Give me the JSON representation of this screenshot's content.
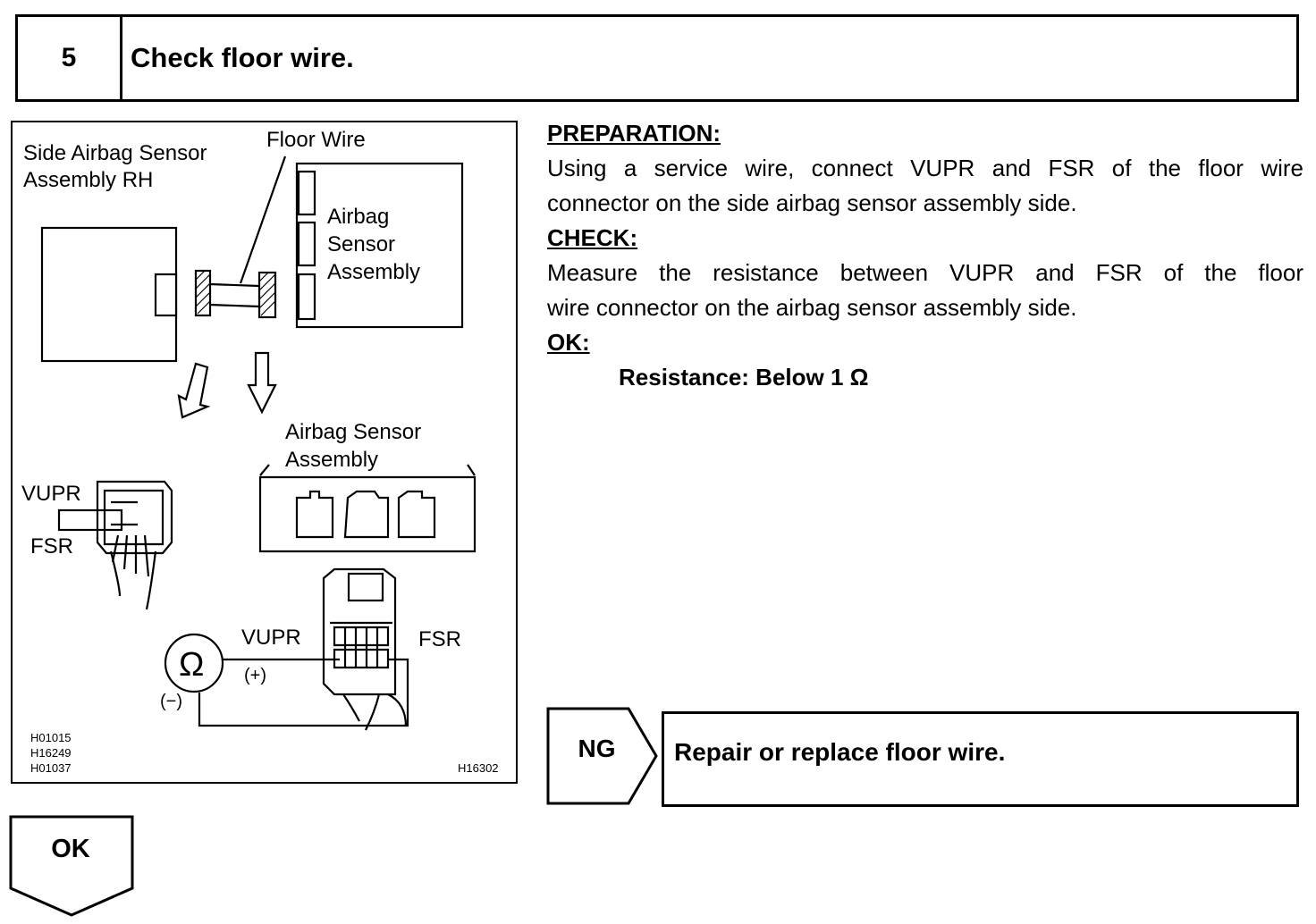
{
  "step": {
    "number": "5",
    "title": "Check floor wire."
  },
  "figure": {
    "labels": {
      "side_sensor_line1": "Side Airbag Sensor",
      "side_sensor_line2": "Assembly RH",
      "floor_wire": "Floor Wire",
      "airbag_box_line1": "Airbag",
      "airbag_box_line2": "Sensor",
      "airbag_box_line3": "Assembly",
      "airbag_sensor_line1": "Airbag Sensor",
      "airbag_sensor_line2": "Assembly",
      "vupr_left": "VUPR",
      "fsr_left": "FSR",
      "vupr_bottom": "VUPR",
      "fsr_bottom": "FSR",
      "ohm_symbol": "Ω",
      "plus": "(+)",
      "minus": "(−)",
      "code1": "H01015",
      "code2": "H16249",
      "code3": "H01037",
      "code_right": "H16302"
    }
  },
  "instructions": {
    "preparation_heading": "PREPARATION:",
    "preparation_line1": "Using a service wire, connect VUPR and FSR of the floor wire",
    "preparation_line2": "connector on the side airbag sensor assembly side.",
    "check_heading": "CHECK:",
    "check_line1": "Measure the resistance between VUPR and FSR of the floor",
    "check_line2": "wire connector on the airbag sensor assembly side.",
    "ok_heading": "OK:",
    "spec": "Resistance: Below 1 Ω"
  },
  "results": {
    "ng_label": "NG",
    "ng_action": "Repair or replace floor wire.",
    "ok_label": "OK"
  }
}
